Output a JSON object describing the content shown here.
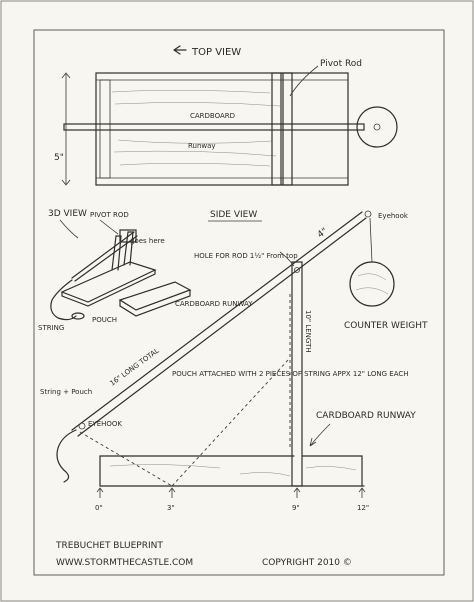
{
  "top_view": {
    "title": "TOP VIEW",
    "pivot_rod": "Pivot Rod",
    "cardboard": "CARDBOARD",
    "runway": "Runway",
    "width_dim": "5\""
  },
  "view_3d": {
    "title": "3D VIEW",
    "pivot_rod": "PIVOT ROD",
    "goes_here": "goes here",
    "string": "STRING",
    "pouch": "POUCH",
    "cardboard_runway": "CARDBOARD RUNWAY"
  },
  "side_view": {
    "title": "SIDE VIEW",
    "hole_note": "HOLE FOR ROD 1½\" From top",
    "eyehook_top": "Eyehook",
    "arm_short": "4\"",
    "arm_total": "16\" LONG TOTAL",
    "upright_length": "10\" LENGTH",
    "counter_weight": "COUNTER WEIGHT",
    "string_pouch": "String + Pouch",
    "eyehook_bottom": "EYEHOOK",
    "pouch_note": "POUCH ATTACHED WITH 2 PIECES OF STRING APPX 12\" LONG EACH",
    "cardboard_runway": "CARDBOARD RUNWAY",
    "marks": [
      "0\"",
      "3\"",
      "9\"",
      "12\""
    ]
  },
  "footer": {
    "title": "TREBUCHET BLUEPRINT",
    "website": "WWW.STORMTHECASTLE.COM",
    "copyright": "COPYRIGHT 2010 ©"
  },
  "colors": {
    "paper": "#f7f6f1",
    "ink": "#2e2e2e"
  }
}
